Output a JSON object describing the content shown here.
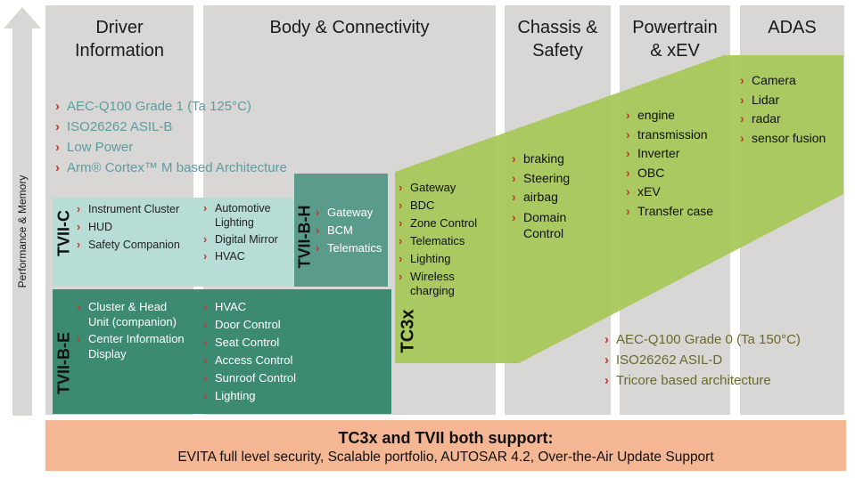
{
  "axis": {
    "label": "Performance & Memory"
  },
  "columns": [
    {
      "title": "Driver\nInformation"
    },
    {
      "title": "Body & Connectivity"
    },
    {
      "title": "Chassis &\nSafety"
    },
    {
      "title": "Powertrain\n& xEV"
    },
    {
      "title": "ADAS"
    }
  ],
  "tvii_features": [
    "AEC-Q100 Grade 1 (Ta 125°C)",
    "ISO26262 ASIL-B",
    "Low Power",
    "Arm® Cortex™ M based Architecture"
  ],
  "tvii_c": {
    "label": "TVII-C",
    "driver_items": [
      "Instrument Cluster",
      "HUD",
      "Safety Companion"
    ],
    "body_items": [
      "Automotive\nLighting",
      "Digital Mirror",
      "HVAC"
    ]
  },
  "tvii_b_h": {
    "label": "TVII-B-H",
    "items": [
      "Gateway",
      "BCM",
      "Telematics"
    ]
  },
  "tvii_b_e": {
    "label": "TVII-B-E",
    "driver_items": [
      "Cluster & Head\nUnit (companion)",
      "Center Information\nDisplay"
    ],
    "body_items": [
      "HVAC",
      "Door Control",
      "Seat Control",
      "Access Control",
      "Sunroof Control",
      "Lighting"
    ]
  },
  "tc3x": {
    "label": "TC3x",
    "body_items": [
      "Gateway",
      "BDC",
      "Zone Control",
      "Telematics",
      "Lighting",
      "Wireless\ncharging"
    ],
    "chassis_items": [
      "braking",
      "Steering",
      "airbag",
      "Domain\nControl"
    ],
    "powertrain_items": [
      "engine",
      "transmission",
      "Inverter",
      "OBC",
      "xEV",
      "Transfer case"
    ],
    "adas_items": [
      "Camera",
      "Lidar",
      "radar",
      "sensor fusion"
    ]
  },
  "tc3x_features": [
    "AEC-Q100 Grade 0 (Ta 150°C)",
    "ISO26262 ASIL-D",
    "Tricore based architecture"
  ],
  "footer": {
    "title": "TC3x and TVII both support:",
    "text": "EVITA full level security, Scalable portfolio, AUTOSAR 4.2, Over-the-Air Update Support"
  },
  "colors": {
    "column_bg": "#d9d6d6",
    "tvii_c_bg": "#b8dcd6",
    "tvii_b_h_bg": "#5a9b8c",
    "tvii_b_e_bg": "#3d8a73",
    "tc3x_bg": "#a8c85a",
    "footer_bg": "#f5b694",
    "bullet": "#c0392b"
  }
}
